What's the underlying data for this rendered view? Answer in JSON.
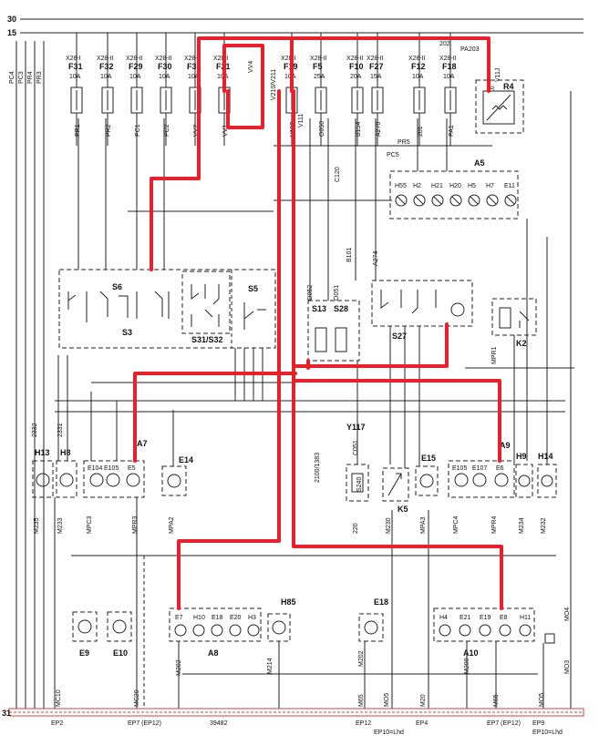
{
  "buses": {
    "top1": "30",
    "top2": "15",
    "ground": "31"
  },
  "fuses": [
    {
      "id": "F31",
      "amp": "10A",
      "conn": "X28-I",
      "wire": "PR1"
    },
    {
      "id": "F32",
      "amp": "10A",
      "conn": "X28-II",
      "wire": "PR2"
    },
    {
      "id": "F29",
      "amp": "10A",
      "conn": "X28-II",
      "wire": "PC1"
    },
    {
      "id": "F30",
      "amp": "10A",
      "conn": "X28-II",
      "wire": "PC2"
    },
    {
      "id": "F31",
      "amp": "10A",
      "conn": "X28-I",
      "wire": "VV2"
    },
    {
      "id": "F21",
      "amp": "10A",
      "conn": "X28-I",
      "wire": "VV1"
    },
    {
      "id": "F19",
      "amp": "10A",
      "conn": "X28-I",
      "wire": "V190"
    },
    {
      "id": "F5",
      "amp": "25A",
      "conn": "X28-II",
      "wire": "O050"
    },
    {
      "id": "F10",
      "amp": "20A",
      "conn": "X28-II",
      "wire": "B154"
    },
    {
      "id": "F27",
      "amp": "15A",
      "conn": "X28-II",
      "wire": "A270"
    },
    {
      "id": "F12",
      "amp": "10A",
      "conn": "X28-II",
      "wire": "201"
    },
    {
      "id": "F18",
      "amp": "10A",
      "conn": "X28-II",
      "wire": "PA1"
    }
  ],
  "left_wires": [
    "PC4",
    "PC3",
    "PR4",
    "PR3"
  ],
  "top_labels": {
    "vv4": "VV4",
    "v210": "V210/V211",
    "v111": "V111",
    "w202": "202",
    "pa203": "PA203",
    "pr5": "PR5",
    "pc5": "PC5",
    "c120": "C120",
    "v116": "V116",
    "v11j": "V11J",
    "b101": "B101",
    "a274": "A274",
    "o052": "O052",
    "o051": "O051"
  },
  "components": {
    "r4": "R4",
    "a5": "A5",
    "s6": "S6",
    "s3": "S3",
    "s31": "S31/S32",
    "s5": "S5",
    "s13": "S13",
    "s28": "S28",
    "s27": "S27",
    "k2": "K2",
    "h13": "H13",
    "h8": "H8",
    "a7": "A7",
    "e14": "E14",
    "y117": "Y117",
    "k5": "K5",
    "e15": "E15",
    "a9": "A9",
    "h9": "H9",
    "h14": "H14",
    "e9": "E9",
    "e10": "E10",
    "a8": "A8",
    "h85": "H85",
    "e18": "E18",
    "a10": "A10"
  },
  "a5_pins": [
    "H55",
    "H2",
    "H21",
    "H20",
    "H5",
    "H7",
    "E11"
  ],
  "a7_pins": [
    "E104",
    "E105",
    "E5"
  ],
  "a9_pins": [
    "E105",
    "E107",
    "E6"
  ],
  "a8_pins": [
    "E7",
    "H10",
    "E18",
    "E20",
    "H3"
  ],
  "a10_pins": [
    "H4",
    "E21",
    "E19",
    "E8",
    "H11"
  ],
  "bottom_refs": [
    "EP2",
    "EP7 (EP12)",
    "39482",
    "EP12",
    "EP10=Lhd",
    "EP4",
    "EP7 (EP12)",
    "EP9",
    "EP10=Lhd"
  ],
  "misc": {
    "w2332": "2332",
    "w2331": "2331",
    "m235": "M235",
    "m233": "M233",
    "mpc3": "MPC3",
    "mpr3": "MPR3",
    "mpa2": "MPA2",
    "w2100": "2100/1383",
    "c051": "C051",
    "s240": "S240",
    "w220": "220",
    "m230": "M230",
    "mpa3": "MPA3",
    "mpc4": "MPC4",
    "mpr4": "MPR4",
    "m234": "M234",
    "m232": "M232",
    "mpr1": "MPR1",
    "mo4": "MO4",
    "mo3": "MO3",
    "m202": "M202",
    "m214": "M214",
    "m202b": "M202",
    "m200": "M200",
    "mc10": "MC10",
    "mc20": "MC20",
    "m65": "M65",
    "m65b": "M65",
    "m05": "MO5",
    "m20": "M20",
    "mo5": "MO5"
  }
}
